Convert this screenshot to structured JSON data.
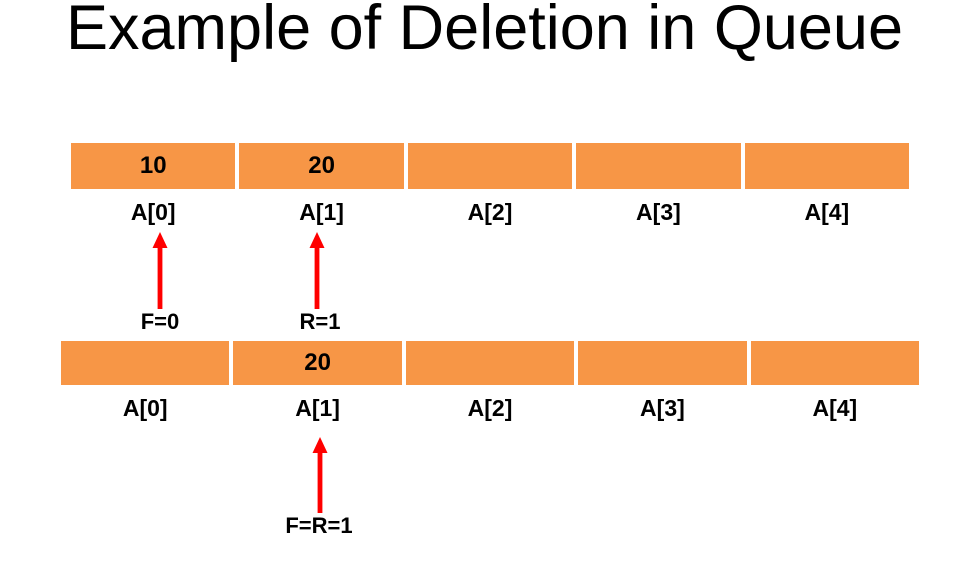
{
  "slide": {
    "title": "Example of Deletion in Queue"
  },
  "colors": {
    "background": "#FFFFFF",
    "cell": "#F79646",
    "arrow": "#FF0000",
    "text": "#000000"
  },
  "step1": {
    "cells": [
      "10",
      "20",
      "",
      "",
      ""
    ],
    "labels": [
      "A[0]",
      "A[1]",
      "A[2]",
      "A[3]",
      "A[4]"
    ],
    "front_pointer": {
      "label": "F=0",
      "points_to_index": 0
    },
    "rear_pointer": {
      "label": "R=1",
      "points_to_index": 1
    }
  },
  "step2": {
    "cells": [
      "",
      "20",
      "",
      "",
      ""
    ],
    "labels": [
      "A[0]",
      "A[1]",
      "A[2]",
      "A[3]",
      "A[4]"
    ],
    "front_rear_pointer": {
      "label": "F=R=1",
      "points_to_index": 1
    }
  }
}
